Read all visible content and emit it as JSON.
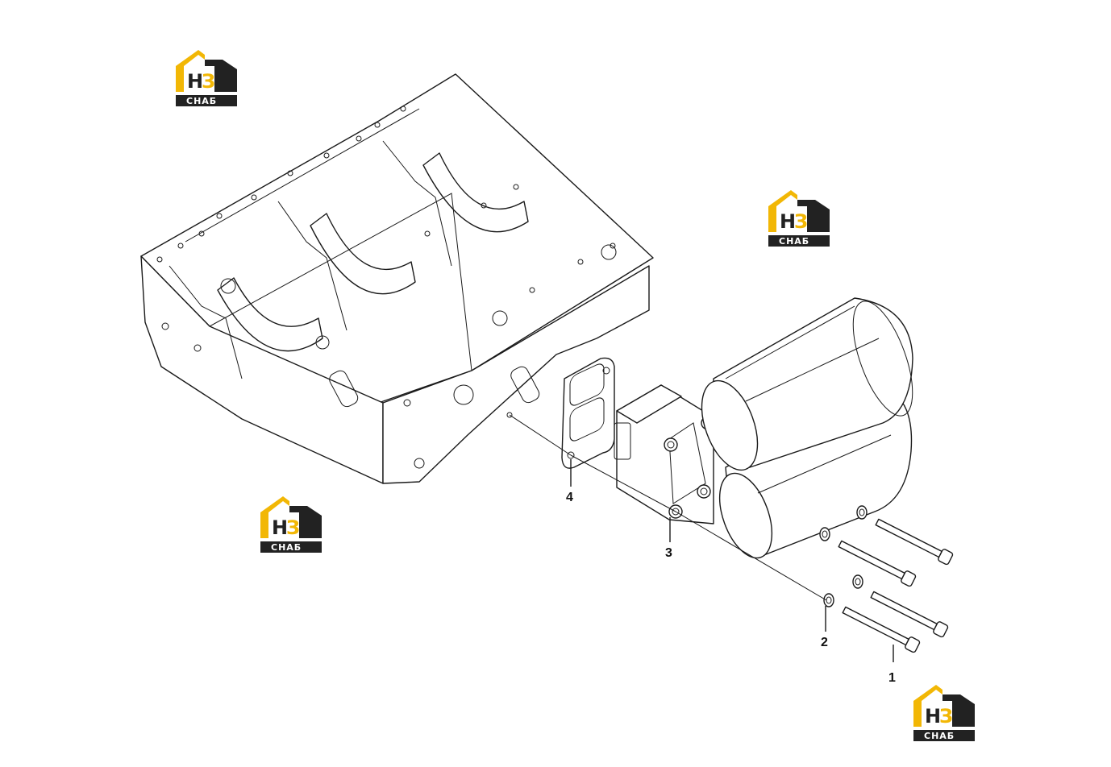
{
  "logo": {
    "main_text": "НЗ",
    "sub_text": "СНАБ",
    "accent_color": "#f2b705",
    "dark_color": "#222222"
  },
  "callouts": [
    {
      "number": "1",
      "part": "bolt"
    },
    {
      "number": "2",
      "part": "washer"
    },
    {
      "number": "3",
      "part": "filter-housing"
    },
    {
      "number": "4",
      "part": "gasket"
    }
  ]
}
